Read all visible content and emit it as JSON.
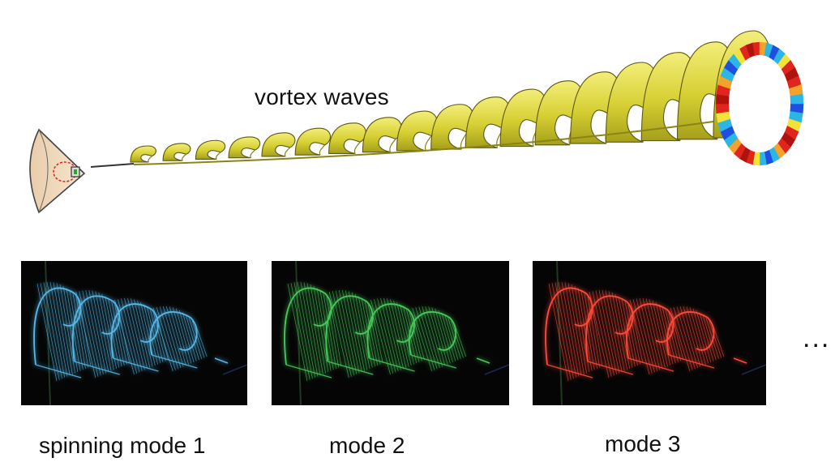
{
  "figure": {
    "top_label": "vortex waves",
    "panels": [
      {
        "caption": "spinning mode 1",
        "color": "#56b8e8"
      },
      {
        "caption": "mode 2",
        "color": "#47c95a"
      },
      {
        "caption": "mode 3",
        "color": "#ff4a3a"
      }
    ],
    "ellipsis": "...",
    "colors": {
      "spiral_yellow": "#d9d33a",
      "cone_beige": "#efd7b8",
      "ring_red": "#e0261c",
      "ring_blue": "#1f4fe0"
    }
  }
}
